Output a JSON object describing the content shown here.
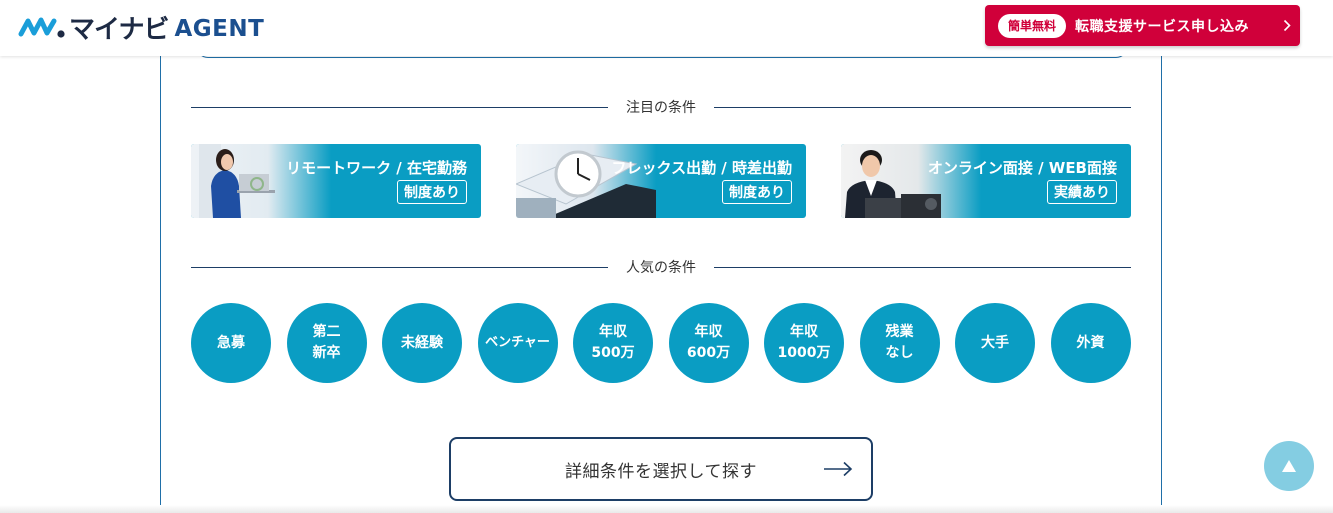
{
  "header": {
    "logo_kana": "マイナビ",
    "logo_agent": "AGENT",
    "cta": {
      "badge": "簡単無料",
      "label": "転職支援サービス申し込み"
    }
  },
  "attention": {
    "heading": "注目の条件",
    "cards": [
      {
        "title": "リモートワーク / 在宅勤務",
        "badge": "制度あり"
      },
      {
        "title": "フレックス出勤 / 時差出勤",
        "badge": "制度あり"
      },
      {
        "title": "オンライン面接 / WEB面接",
        "badge": "実績あり"
      }
    ]
  },
  "popular": {
    "heading": "人気の条件",
    "items": [
      {
        "label": "急募"
      },
      {
        "label": "第二\n新卒"
      },
      {
        "label": "未経験"
      },
      {
        "label": "ベンチャー"
      },
      {
        "label": "年収\n500万"
      },
      {
        "label": "年収\n600万"
      },
      {
        "label": "年収\n1000万"
      },
      {
        "label": "残業\nなし"
      },
      {
        "label": "大手"
      },
      {
        "label": "外資"
      }
    ]
  },
  "search": {
    "label": "詳細条件を選択して探す"
  },
  "colors": {
    "brand_red": "#d0003a",
    "accent_blue": "#0a9dc3",
    "navy": "#1d3e66",
    "page_top": "#84cde2"
  }
}
